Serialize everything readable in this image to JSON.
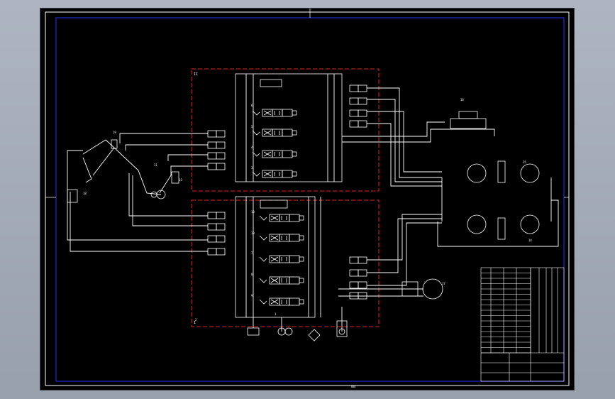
{
  "drawing": {
    "sheet_color": "#000000",
    "frame_color": "#1f2bd0",
    "line_color": "#ffffff",
    "boundary_color": "#e02020",
    "valve_block_labels": [
      "II",
      "I"
    ],
    "component_numbers": [
      "19",
      "6",
      "5",
      "4",
      "3",
      "16",
      "17",
      "15",
      "14",
      "13",
      "7",
      "8",
      "9",
      "10",
      "18",
      "12",
      "11",
      "2",
      "1"
    ],
    "bottom_center_mark": "888"
  },
  "title_block": {
    "rows": 16
  }
}
